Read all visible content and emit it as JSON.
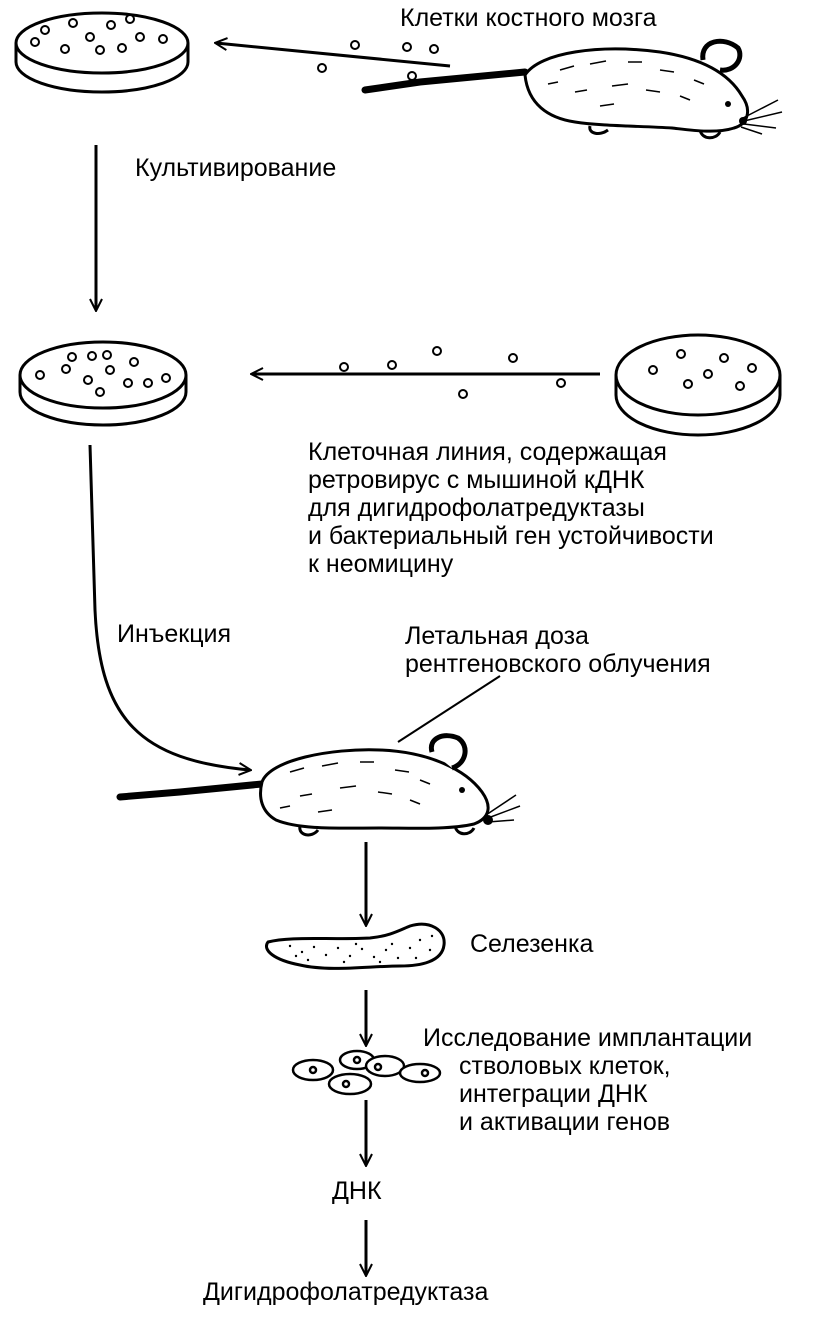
{
  "labels": {
    "bone_marrow_cells": "Клетки костного мозга",
    "cultivation": "Культивирование",
    "cell_line": [
      "Клеточная линия, содержащая",
      "ретровирус с мышиной кДНК",
      "для дигидрофолатредуктазы",
      "и бактериальный ген устойчивости",
      "к неомицину"
    ],
    "injection": "Инъекция",
    "lethal_dose": [
      "Летальная доза",
      "рентгеновского облучения"
    ],
    "spleen": "Селезенка",
    "study": [
      "Исследование имплантации",
      "стволовых клеток,",
      "интеграции ДНК",
      "и активации генов"
    ],
    "dna": "ДНК",
    "product": "Дигидрофолатредуктаза"
  },
  "colors": {
    "ink": "#000000",
    "paper": "#ffffff"
  }
}
